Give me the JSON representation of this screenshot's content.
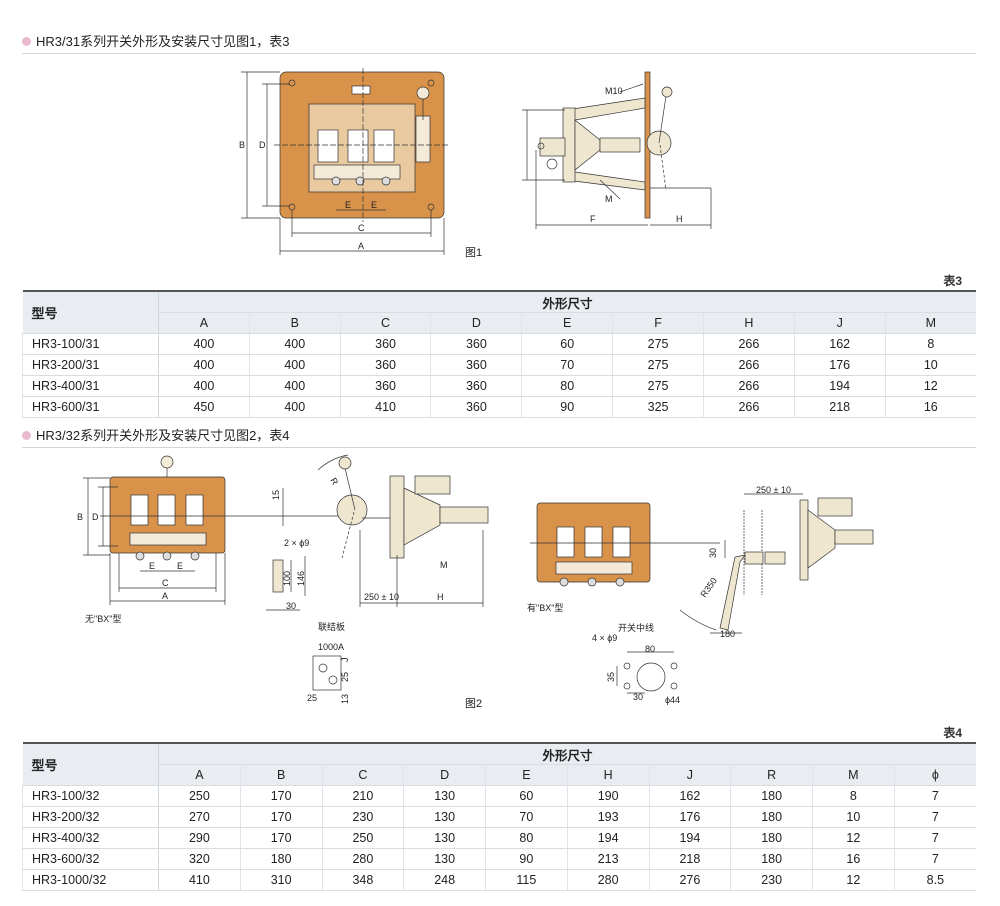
{
  "section1": {
    "title": "HR3/31系列开关外形及安装尺寸见图1，表3"
  },
  "section2": {
    "title": "HR3/32系列开关外形及安装尺寸见图2，表4"
  },
  "figure1": {
    "caption": "图1",
    "labels": {
      "A": "A",
      "B": "B",
      "C": "C",
      "D": "D",
      "E1": "E",
      "E2": "E",
      "F": "F",
      "H": "H",
      "M10": "M10",
      "M": "M"
    }
  },
  "figure2": {
    "caption": "图2",
    "no_bx": "无\"BX\"型",
    "with_bx": "有\"BX\"型",
    "link_plate": "联结板",
    "switch_center": "开关中线",
    "labels": {
      "A": "A",
      "B": "B",
      "C": "C",
      "D": "D",
      "E1": "E",
      "E2": "E",
      "R": "R",
      "H": "H",
      "M": "M",
      "d15": "15",
      "holes2": "2 × ϕ9",
      "d100": "100",
      "d146": "146",
      "d30a": "30",
      "d250a": "250 ± 10",
      "d1000A": "1000A",
      "d25a": "25",
      "d25b": "25",
      "d13": "13",
      "dJ": "J",
      "d30b": "30",
      "R350": "R350",
      "d180": "180",
      "d250b": "250 ± 10",
      "holes4": "4 × ϕ9",
      "d80": "80",
      "d35": "35",
      "d30c": "30",
      "d44": "ϕ44"
    }
  },
  "table3": {
    "caption": "表3",
    "model_header": "型号",
    "group_header": "外形尺寸",
    "columns": [
      "A",
      "B",
      "C",
      "D",
      "E",
      "F",
      "H",
      "J",
      "M"
    ],
    "rows": [
      {
        "model": "HR3-100/31",
        "values": [
          "400",
          "400",
          "360",
          "360",
          "60",
          "275",
          "266",
          "162",
          "8"
        ]
      },
      {
        "model": "HR3-200/31",
        "values": [
          "400",
          "400",
          "360",
          "360",
          "70",
          "275",
          "266",
          "176",
          "10"
        ]
      },
      {
        "model": "HR3-400/31",
        "values": [
          "400",
          "400",
          "360",
          "360",
          "80",
          "275",
          "266",
          "194",
          "12"
        ]
      },
      {
        "model": "HR3-600/31",
        "values": [
          "450",
          "400",
          "410",
          "360",
          "90",
          "325",
          "266",
          "218",
          "16"
        ]
      }
    ]
  },
  "table4": {
    "caption": "表4",
    "model_header": "型号",
    "group_header": "外形尺寸",
    "columns": [
      "A",
      "B",
      "C",
      "D",
      "E",
      "H",
      "J",
      "R",
      "M",
      "ϕ"
    ],
    "rows": [
      {
        "model": "HR3-100/32",
        "values": [
          "250",
          "170",
          "210",
          "130",
          "60",
          "190",
          "162",
          "180",
          "8",
          "7"
        ]
      },
      {
        "model": "HR3-200/32",
        "values": [
          "270",
          "170",
          "230",
          "130",
          "70",
          "193",
          "176",
          "180",
          "10",
          "7"
        ]
      },
      {
        "model": "HR3-400/32",
        "values": [
          "290",
          "170",
          "250",
          "130",
          "80",
          "194",
          "194",
          "180",
          "12",
          "7"
        ]
      },
      {
        "model": "HR3-600/32",
        "values": [
          "320",
          "180",
          "280",
          "130",
          "90",
          "213",
          "218",
          "180",
          "16",
          "7"
        ]
      },
      {
        "model": "HR3-1000/32",
        "values": [
          "410",
          "310",
          "348",
          "248",
          "115",
          "280",
          "276",
          "230",
          "12",
          "8.5"
        ]
      }
    ]
  },
  "colors": {
    "plate": "#d9924a",
    "body": "#efe6cf",
    "header_bg": "#e9edf2",
    "bullet": "#e9b9cf"
  }
}
